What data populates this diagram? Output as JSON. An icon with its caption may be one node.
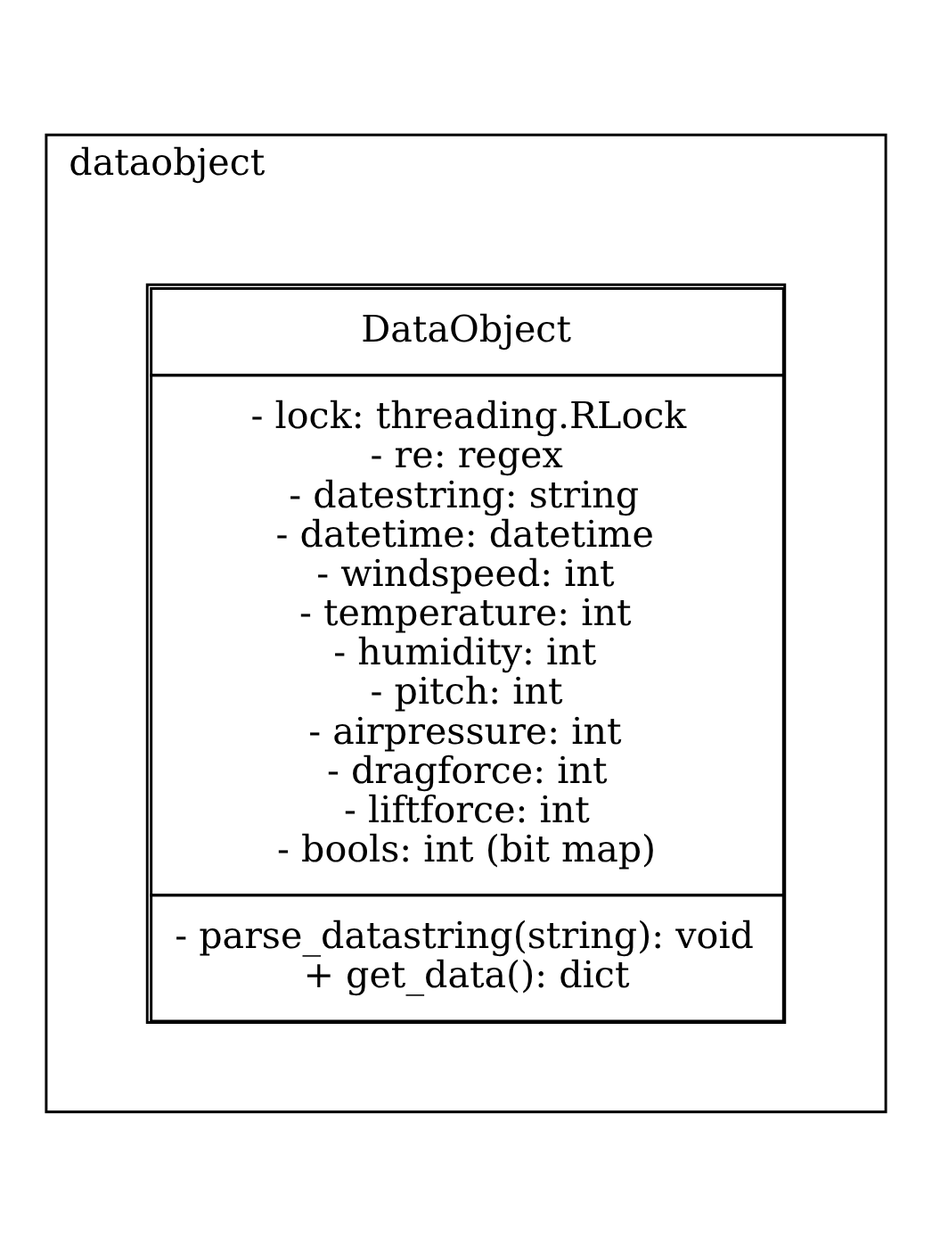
{
  "diagram": {
    "nodes": [
      {
        "text": [
          "dataobject"
        ]
      },
      {
        "text": [
          "DataObject",
          "- lock: threading.RLock",
          "- re: regex",
          "- datestring: string",
          "- datetime: datetime",
          "- windspeed: int",
          "- temperature: int",
          "- humidity: int",
          "- pitch: int",
          "- airpressure: int",
          "- dragforce: int",
          "- liftforce: int",
          "- bools: int (bit map)",
          "- parse_datastring(string): void",
          "+ get_data(): dict"
        ],
        "in": 0
      }
    ],
    "edges": []
  }
}
